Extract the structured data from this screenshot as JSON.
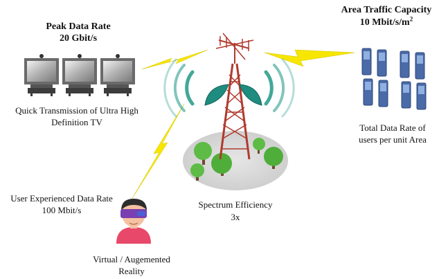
{
  "peak_rate": {
    "title": "Peak Data Rate",
    "value": "20 Gbit/s",
    "caption_line1": "Quick Transmission of Ultra High",
    "caption_line2": "Definition TV"
  },
  "area_traffic": {
    "title": "Area Traffic Capacity",
    "value_base": "10 Mbit/s/m",
    "value_sup": "2",
    "caption_line1": "Total Data Rate of",
    "caption_line2": "users per unit Area"
  },
  "user_experienced": {
    "title": "User Experienced Data Rate",
    "value": "100 Mbit/s"
  },
  "spectrum": {
    "title": "Spectrum Efficiency",
    "value": "3x"
  },
  "vr": {
    "line1": "Virtual / Augemented",
    "line2": "Reality"
  },
  "colors": {
    "lightning": "#f7e600",
    "tower": "#b03a2e",
    "dish": "#1e8c7e",
    "waves": "#2f9e8d",
    "tree": "#5dbb46",
    "ground": "#d9d9d9",
    "phone": "#4a6aa8",
    "tv_frame": "#6a6a6a",
    "vr_skin": "#f4c2a1",
    "vr_shirt": "#e8486a",
    "vr_headset": "#7a3fb0"
  }
}
